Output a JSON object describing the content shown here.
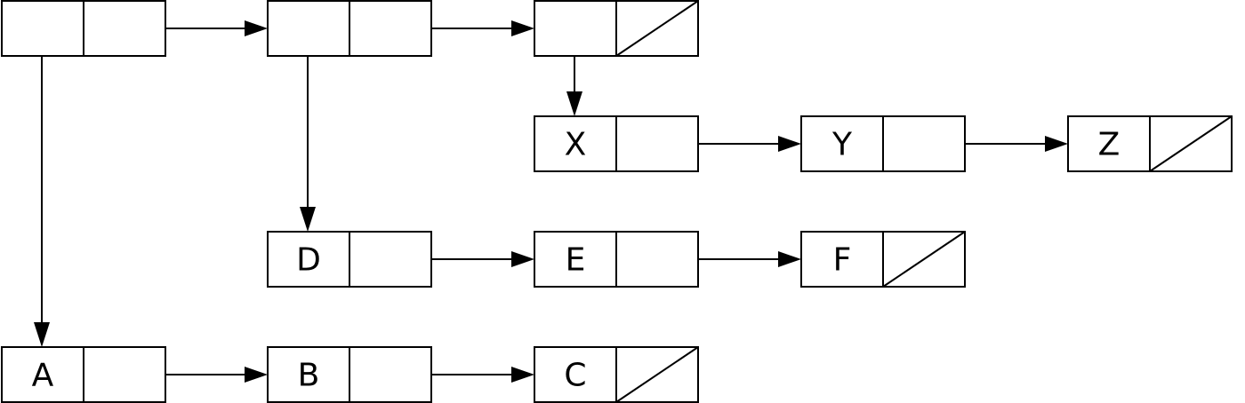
{
  "nodes": {
    "list_head_1": {
      "label": "",
      "next_is_null": false
    },
    "list_head_2": {
      "label": "",
      "next_is_null": false
    },
    "list_head_3": {
      "label": "",
      "next_is_null": true
    },
    "x": {
      "label": "X",
      "next_is_null": false
    },
    "y": {
      "label": "Y",
      "next_is_null": false
    },
    "z": {
      "label": "Z",
      "next_is_null": true
    },
    "d": {
      "label": "D",
      "next_is_null": false
    },
    "e": {
      "label": "E",
      "next_is_null": false
    },
    "f": {
      "label": "F",
      "next_is_null": true
    },
    "a": {
      "label": "A",
      "next_is_null": false
    },
    "b": {
      "label": "B",
      "next_is_null": false
    },
    "c": {
      "label": "C",
      "next_is_null": true
    }
  },
  "links": [
    {
      "from": "list_head_1",
      "to": "list_head_2",
      "kind": "next"
    },
    {
      "from": "list_head_2",
      "to": "list_head_3",
      "kind": "next"
    },
    {
      "from": "list_head_1",
      "to": "a",
      "kind": "down"
    },
    {
      "from": "list_head_2",
      "to": "d",
      "kind": "down"
    },
    {
      "from": "list_head_3",
      "to": "x",
      "kind": "down"
    },
    {
      "from": "x",
      "to": "y",
      "kind": "next"
    },
    {
      "from": "y",
      "to": "z",
      "kind": "next"
    },
    {
      "from": "d",
      "to": "e",
      "kind": "next"
    },
    {
      "from": "e",
      "to": "f",
      "kind": "next"
    },
    {
      "from": "a",
      "to": "b",
      "kind": "next"
    },
    {
      "from": "b",
      "to": "c",
      "kind": "next"
    }
  ],
  "colors": {
    "stroke": "#000000",
    "background": "#ffffff"
  }
}
